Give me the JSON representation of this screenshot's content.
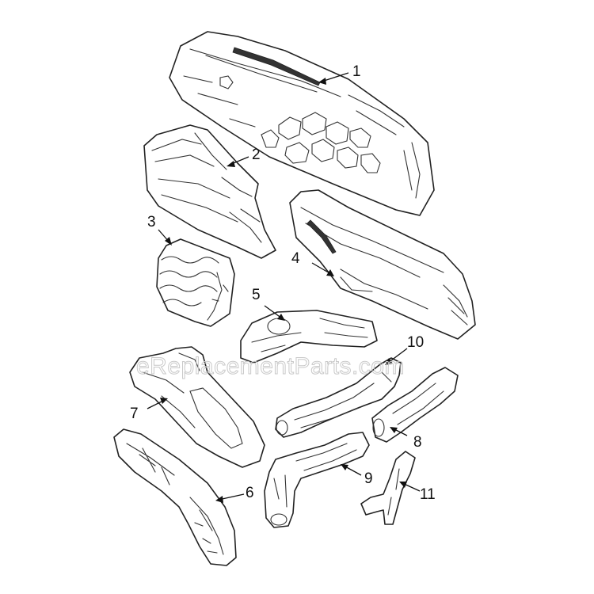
{
  "watermark": "eReplacementParts.com",
  "callouts": {
    "p1": "1",
    "p2": "2",
    "p3": "3",
    "p4": "4",
    "p5": "5",
    "p6": "6",
    "p7": "7",
    "p8": "8",
    "p9": "9",
    "p10": "10",
    "p11": "11"
  },
  "colors": {
    "line": "#222222",
    "watermark": "#c9c9c9",
    "background": "#ffffff"
  }
}
